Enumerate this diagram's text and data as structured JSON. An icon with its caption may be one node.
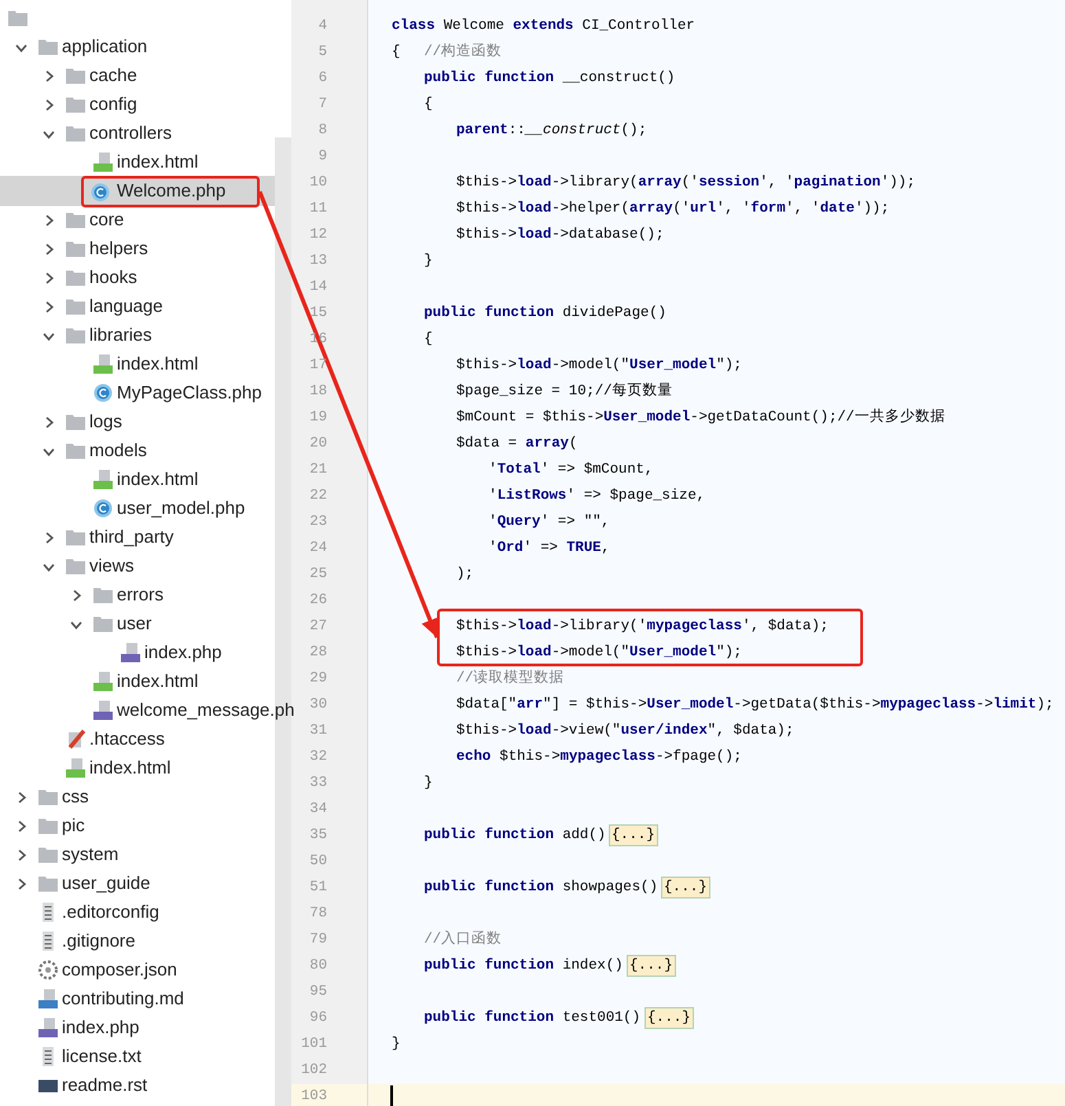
{
  "diagram": {
    "nodes": [
      {
        "text": [
          "Welcome.php"
        ]
      },
      {
        "text": [
          "$this->**load**->library('**mypageclass**', $data);",
          "$this->**load**->model(\"**User_model**\");"
        ]
      }
    ],
    "edges": [
      {
        "from": 0,
        "to": 1,
        "arrow": "to"
      }
    ],
    "labels": [
      "application",
      "cache",
      "config",
      "controllers",
      "index.html",
      "core",
      "helpers",
      "hooks",
      "language",
      "libraries",
      "index.html",
      "MyPageClass.php",
      "logs",
      "models",
      "index.html",
      "user_model.php",
      "third_party",
      "views",
      "errors",
      "user",
      "index.php",
      "index.html",
      "welcome_message.ph",
      ".htaccess",
      "index.html",
      "css",
      "pic",
      "system",
      "user_guide",
      ".editorconfig",
      ".gitignore",
      "composer.json",
      "contributing.md",
      "index.php",
      "license.txt",
      "readme.rst",
      "4",
      "5",
      "6",
      "7",
      "8",
      "9",
      "10",
      "11",
      "12",
      "13",
      "14",
      "15",
      "16",
      "17",
      "18",
      "19",
      "20",
      "21",
      "22",
      "23",
      "24",
      "25",
      "26",
      "27",
      "28",
      "29",
      "30",
      "31",
      "32",
      "33",
      "34",
      "35",
      "50",
      "51",
      "78",
      "79",
      "80",
      "95",
      "96",
      "101",
      "102",
      "103",
      "**class** Welcome **extends** CI_Controller",
      "{",
      "//构造函数",
      "**public function** __construct()",
      "{",
      "**parent**::*__construct*();",
      "$this->**load**->library(**array**('**session**', '**pagination**'));",
      "$this->**load**->helper(**array**('**url**', '**form**', '**date**'));",
      "$this->**load**->database();",
      "}",
      "**public function** dividePage()",
      "{",
      "$this->**load**->model(\"**User_model**\");",
      "$page_size = 10;//每页数量",
      "$mCount = $this->**User_model**->getDataCount();//一共多少数据",
      "$data = **array**(",
      "'**Total**' => $mCount,",
      "'**ListRows**' => $page_size,",
      "'**Query**' => \"\",",
      "'**Ord**' => **TRUE**,",
      ");",
      "//读取模型数据",
      "$data[\"**arr**\"] = $this->**User_model**->getData($this->**mypageclass**->**limit**);",
      "$this->**load**->view(\"**user/index**\", $data);",
      "**echo** $this->**mypageclass**->fpage();",
      "}",
      "**public function** add()",
      "{...}",
      "**public function** showpages()",
      "{...}",
      "//入口函数",
      "**public function** index()",
      "{...}",
      "**public function** test001()",
      "{...}",
      "}"
    ]
  }
}
